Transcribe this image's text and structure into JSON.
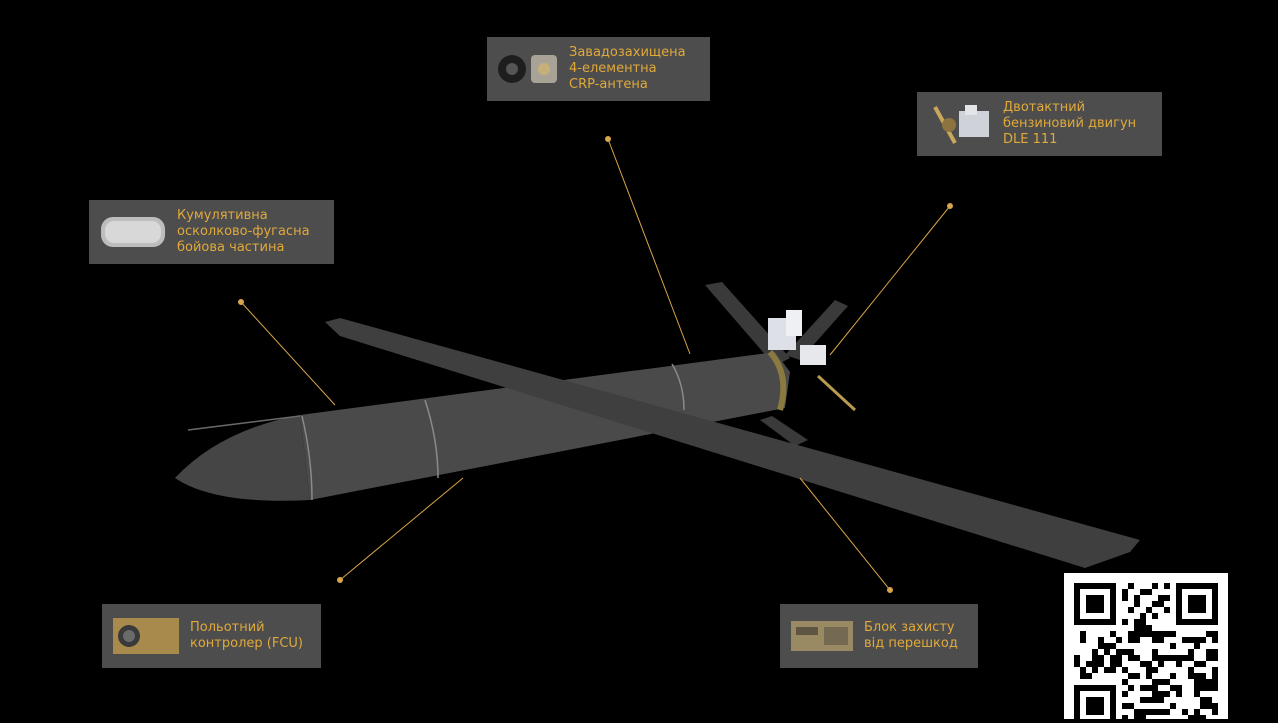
{
  "colors": {
    "background": "#000000",
    "callout_bg": "#4d4d4d",
    "callout_text": "#e0a93a",
    "leader_line": "#d9a54a",
    "airframe": "#4a4a4a"
  },
  "callouts": {
    "antenna": {
      "lines": [
        "Завадозахищена",
        "4-елементна",
        "CRP-антена"
      ],
      "icon": "antenna-icon"
    },
    "engine": {
      "lines": [
        "Двотактний",
        "бензиновий двигун",
        "DLE 111"
      ],
      "icon": "engine-icon"
    },
    "warhead": {
      "lines": [
        "Кумулятивна",
        "осколково-фугасна",
        "бойова частина"
      ],
      "icon": "warhead-icon"
    },
    "fcu": {
      "lines": [
        "Польотний",
        "контролер (FCU)"
      ],
      "icon": "flight-controller-icon"
    },
    "jammer": {
      "lines": [
        "Блок захисту",
        "від перешкод"
      ],
      "icon": "anti-jamming-unit-icon"
    }
  },
  "qr_code": {
    "icon": "qr-code-icon"
  }
}
